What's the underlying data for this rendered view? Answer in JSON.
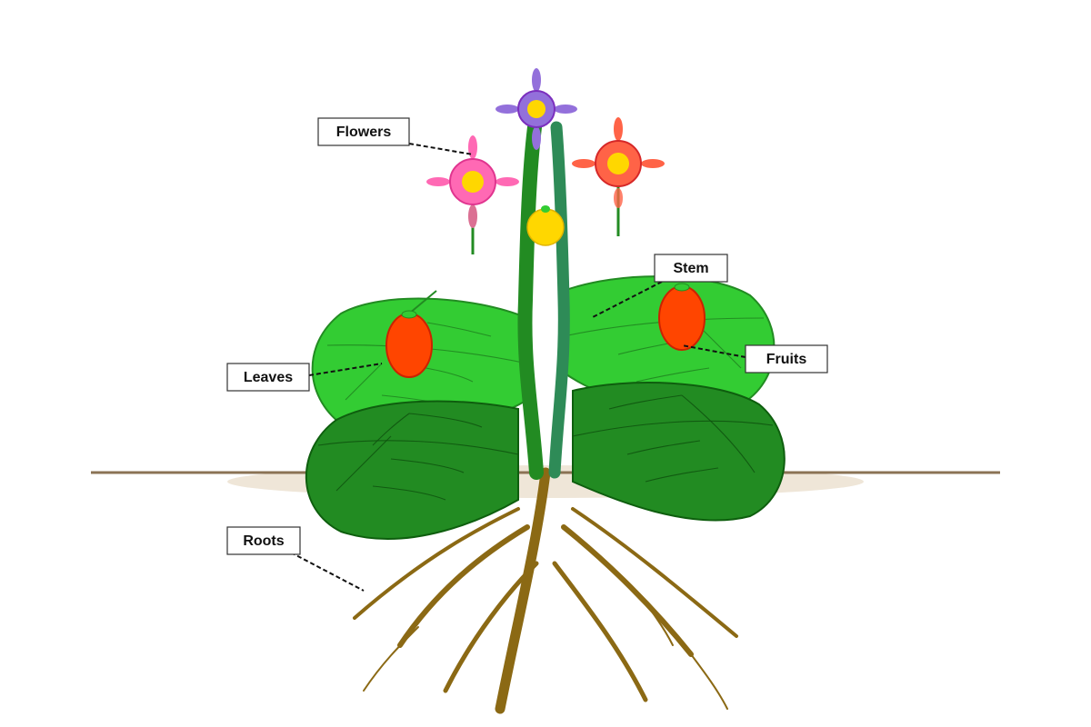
{
  "labels": {
    "flowers": "Flowers",
    "stem": "Stem",
    "leaves": "Leaves",
    "fruits": "Fruits",
    "roots": "Roots"
  },
  "colors": {
    "ground_line": "#8b7355",
    "soil": "#efe6d8",
    "leaf_light": "#33cc33",
    "leaf_dark": "#228b22",
    "stem_left": "#228b22",
    "stem_right": "#2e8b57",
    "root": "#8b6914",
    "flower_purple": "#9370db",
    "flower_pink": "#ff69b4",
    "flower_red": "#ff6347",
    "flower_center": "#ffd700",
    "fruit": "#ff4500",
    "bud": "#ffd700"
  }
}
